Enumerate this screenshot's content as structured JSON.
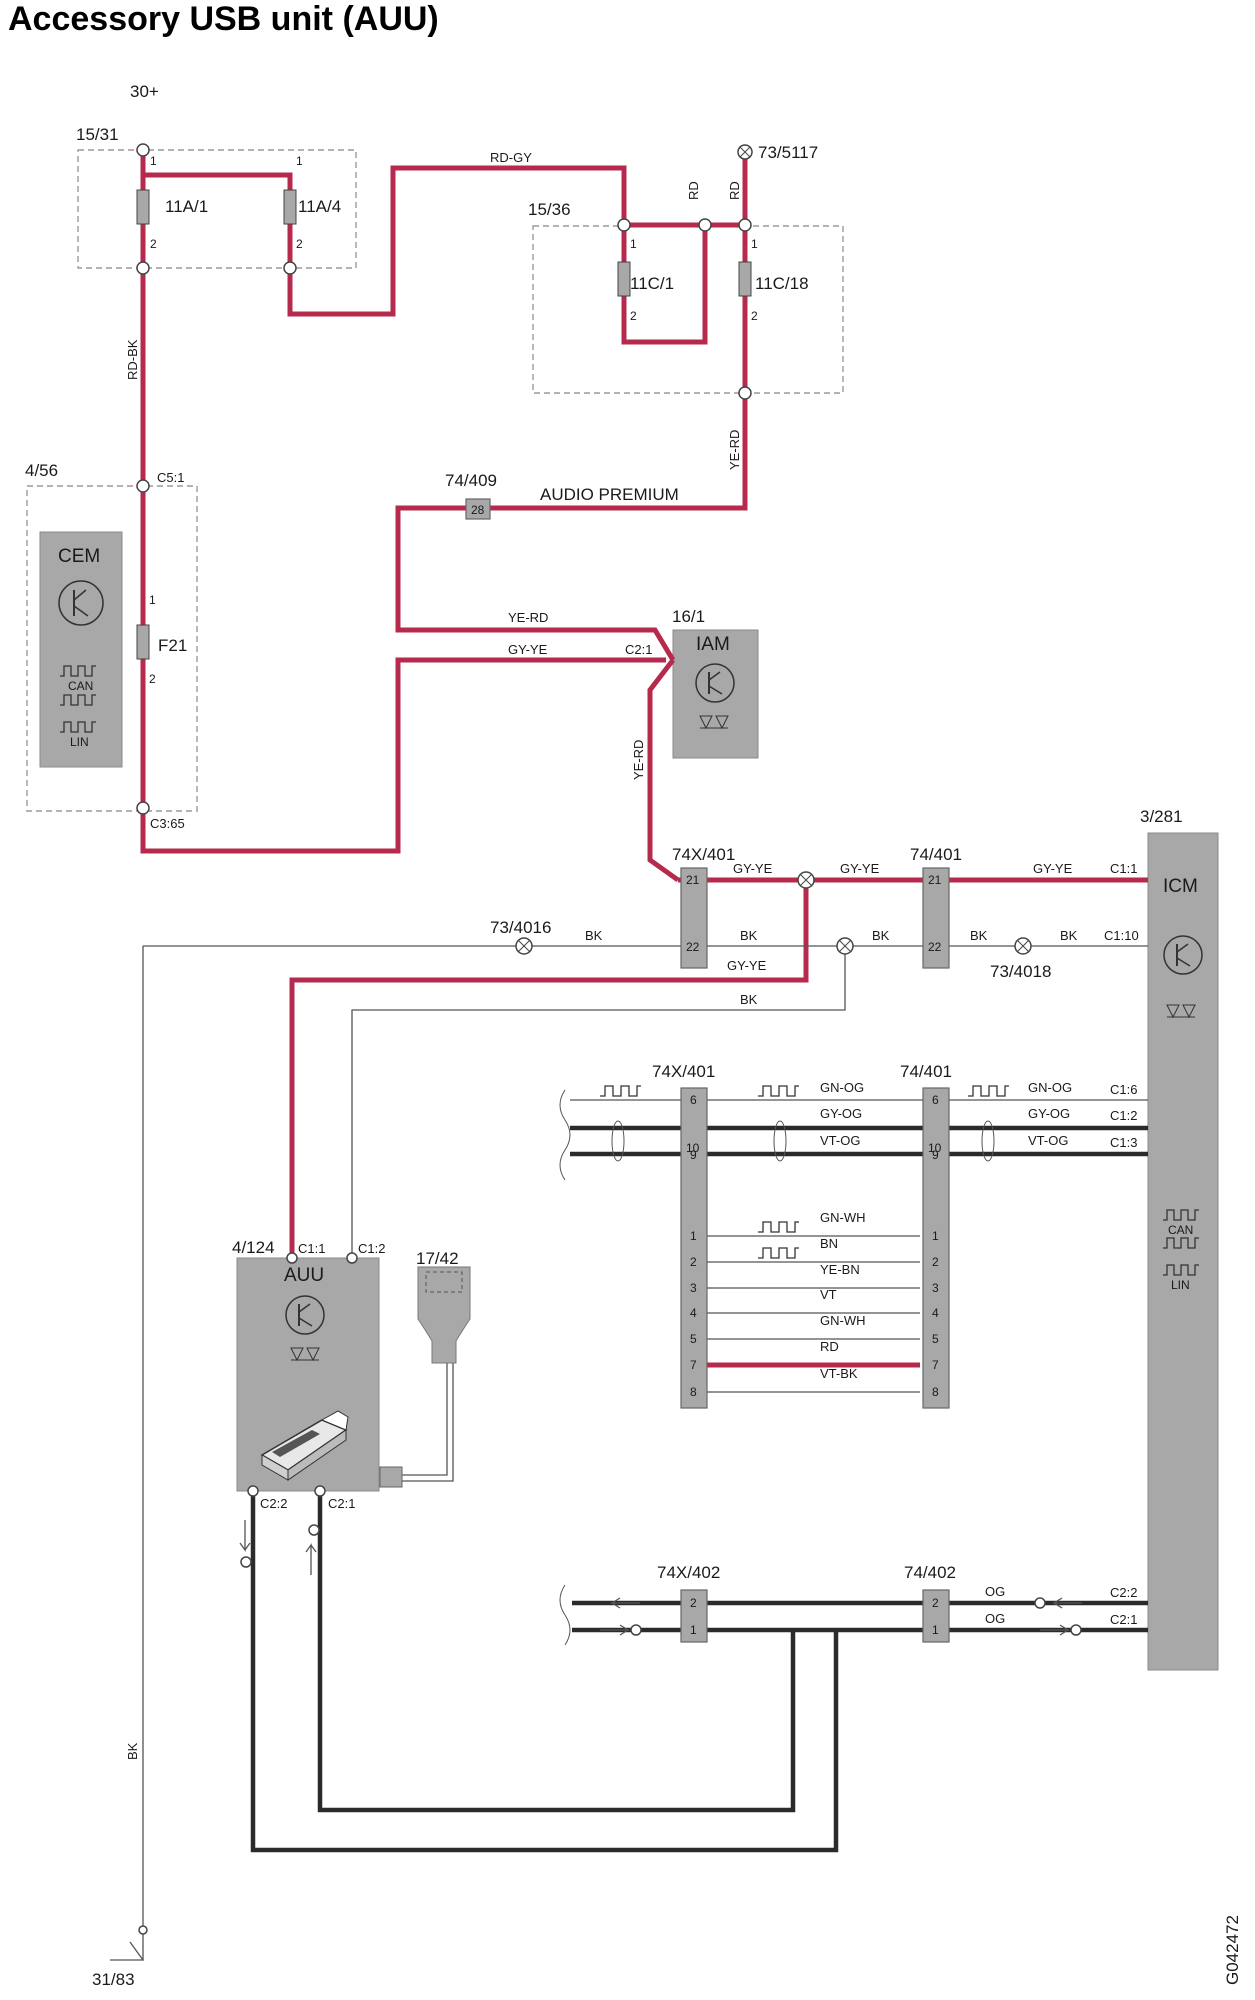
{
  "title": "Accessory USB unit (AUU)",
  "supply": {
    "plus": "30+",
    "ground": "31/83"
  },
  "fuse_boxes": [
    {
      "id": "15/31",
      "fuses": [
        "11A/1",
        "11A/4"
      ]
    },
    {
      "id": "15/36",
      "fuses": [
        "11C/1",
        "11C/18"
      ]
    }
  ],
  "splices": [
    "73/5117",
    "73/4016",
    "73/4018"
  ],
  "modules": {
    "cem": {
      "id": "4/56",
      "name": "CEM",
      "fuse": "F21",
      "pin_in": "C5:1",
      "pin_out": "C3:65",
      "bus": [
        "CAN",
        "LIN"
      ]
    },
    "iam": {
      "id": "16/1",
      "name": "IAM",
      "pin": "C2:1"
    },
    "icm": {
      "id": "3/281",
      "name": "ICM",
      "pins": [
        "C1:1",
        "C1:10",
        "C1:6",
        "C1:2",
        "C1:3",
        "C2:2",
        "C2:1"
      ],
      "bus": [
        "CAN",
        "LIN"
      ]
    },
    "auu": {
      "id": "4/124",
      "name": "AUU",
      "pins": [
        "C1:1",
        "C1:2",
        "C2:2",
        "C2:1"
      ]
    },
    "usb_socket": {
      "id": "17/42"
    }
  },
  "connectors": {
    "c74_409": {
      "id": "74/409",
      "pin": "28",
      "label": "AUDIO PREMIUM"
    },
    "c74x_401": {
      "id": "74X/401"
    },
    "c74_401": {
      "id": "74/401"
    },
    "c74x_402": {
      "id": "74X/402"
    },
    "c74_402": {
      "id": "74/402"
    }
  },
  "pin_numbers": [
    "1",
    "2",
    "21",
    "22",
    "6",
    "9",
    "10",
    "3",
    "4",
    "5",
    "7",
    "8"
  ],
  "wire_colors": {
    "rd_gy": "RD-GY",
    "rd": "RD",
    "rd_bk": "RD-BK",
    "ye_rd": "YE-RD",
    "gy_ye": "GY-YE",
    "bk": "BK",
    "gn_og": "GN-OG",
    "gy_og": "GY-OG",
    "vt_og": "VT-OG",
    "gn_wh": "GN-WH",
    "bn": "BN",
    "ye_bn": "YE-BN",
    "vt": "VT",
    "vt_bk": "VT-BK",
    "og": "OG"
  },
  "figure_id": "G042472",
  "colors": {
    "power_wire": "#b52a4d",
    "data_wire": "#2b2b2b",
    "module_fill": "#a8a8a8"
  }
}
